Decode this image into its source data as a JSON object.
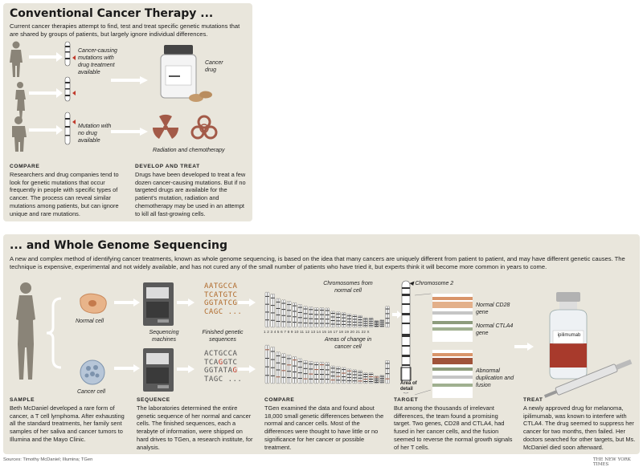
{
  "top": {
    "title": "Conventional Cancer Therapy ...",
    "intro": "Current cancer therapies attempt to find, test and treat specific genetic mutations that are shared by groups of patients, but largely ignore individual differences.",
    "label_mutations_treatment": "Cancer-causing mutations with drug treatment available",
    "label_mutation_no_drug": "Mutation with no drug available",
    "label_cancer_drug": "Cancer drug",
    "label_radiation": "Radiation and chemotherapy",
    "compare_head": "COMPARE",
    "compare_body": "Researchers and drug companies tend to look for genetic mutations that occur frequently in people with specific types of cancer. The process can reveal similar mutations among patients, but can ignore unique and rare mutations.",
    "develop_head": "DEVELOP AND TREAT",
    "develop_body": "Drugs have been developed to treat a few dozen cancer-causing mutations. But if no targeted drugs are available for the patient's mutation, radiation and chemotherapy may be used in an attempt to kill all fast-growing cells."
  },
  "bottom": {
    "title": "... and Whole Genome Sequencing",
    "intro": "A new and complex method of identifying cancer treatments, known as whole genome sequencing, is based on the idea that many cancers are uniquely different from patient to patient, and may have different genetic causes. The technique is expensive, experimental and not widely available, and has not cured any of the small number of patients who have tried it, but experts think it will become more common in years to come.",
    "normal_cell": "Normal cell",
    "cancer_cell": "Cancer cell",
    "sequencing_machines": "Sequencing machines",
    "finished_sequences": "Finished genetic sequences",
    "seq_normal": [
      "AATGCCA",
      "TCATGTC",
      "GGTATCG",
      "CAGC ..."
    ],
    "seq_cancer_parts": [
      [
        {
          "t": "ACTGCCA",
          "c": "n"
        }
      ],
      [
        {
          "t": "TCA",
          "c": "n"
        },
        {
          "t": "G",
          "c": "r"
        },
        {
          "t": "GTC",
          "c": "n"
        }
      ],
      [
        {
          "t": "GGTATA",
          "c": "n"
        },
        {
          "t": "G",
          "c": "r"
        }
      ],
      [
        {
          "t": "TAGC ...",
          "c": "n"
        }
      ]
    ],
    "chromosomes_normal": "Chromosomes from normal cell",
    "chromosome_numbers": "1 2 3 4 5 6 7 8 9 10 11 12 13 14 15 16 17 18 19 20 21 22 X",
    "areas_change": "Areas of change in cancer cell",
    "chromosome_2": "◀ Chromosome 2",
    "normal_cd28": "Normal CD28 gene",
    "normal_ctla4": "Normal CTLA4 gene",
    "abnormal": "Abnormal duplication and fusion",
    "area_of_detail": "Area of detail",
    "drug_label": "ipilimumab",
    "sample_head": "SAMPLE",
    "sample_body": "Beth McDaniel developed a rare form of cancer, a T cell lymphoma. After exhausting all the standard treatments, her family sent samples of her saliva and cancer tumors to Illumina and the Mayo Clinic.",
    "sequence_head": "SEQUENCE",
    "sequence_body": "The laboratories determined the entire genetic sequence of her normal and cancer cells. The finished sequences, each a terabyte of information, were shipped on hard drives to TGen, a research institute, for analysis.",
    "compare_head": "COMPARE",
    "compare_body": "TGen examined the data and found about 18,000 small genetic differences between the normal and cancer cells. Most of the differences were thought to have little or no significance for her cancer or possible treatment.",
    "target_head": "TARGET",
    "target_body": "But among the thousands of irrelevant differences, the team found a promising target. Two genes, CD28 and CTLA4, had fused in her cancer cells, and the fusion seemed to reverse the normal growth signals of her T cells.",
    "treat_head": "TREAT",
    "treat_body": "A newly approved drug for melanoma, ipilimumab, was known to interfere with CTLA4. The drug seemed to suppress her cancer for two months, then failed. Her doctors searched for other targets, but Ms. McDaniel died soon afterward."
  },
  "footer": {
    "sources": "Sources: Timothy McDaniel; Illumina; TGen",
    "credit": "THE NEW YORK TIMES"
  },
  "colors": {
    "panel": "#e9e6dc",
    "accent": "#c0392b",
    "mutation": "#a0533a",
    "highlight": "#d9956a"
  }
}
